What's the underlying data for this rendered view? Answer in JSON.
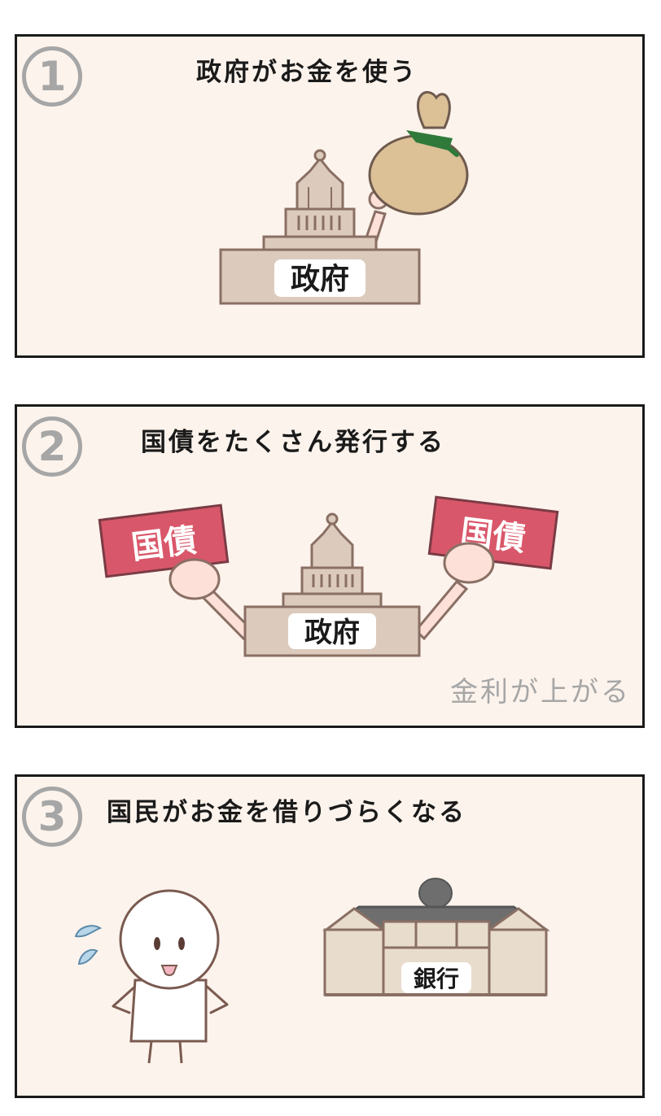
{
  "panels": [
    {
      "number": "1",
      "title": "政府がお金を使う",
      "building_label": "政府"
    },
    {
      "number": "2",
      "title": "国債をたくさん発行する",
      "building_label": "政府",
      "bond_left": "国債",
      "bond_right": "国債",
      "caption": "金利が上がる"
    },
    {
      "number": "3",
      "title": "国民がお金を借りづらくなる",
      "bank_label": "銀行"
    }
  ],
  "colors": {
    "panel_bg": "#fcf3ec",
    "building": "#dccbbd",
    "building_outline": "#8a6f64",
    "bond": "#d9576a",
    "hand": "#fde0d8",
    "money_bag": "#dcc096",
    "ribbon": "#2f7a3a",
    "number_gray": "#a6a6a6"
  }
}
